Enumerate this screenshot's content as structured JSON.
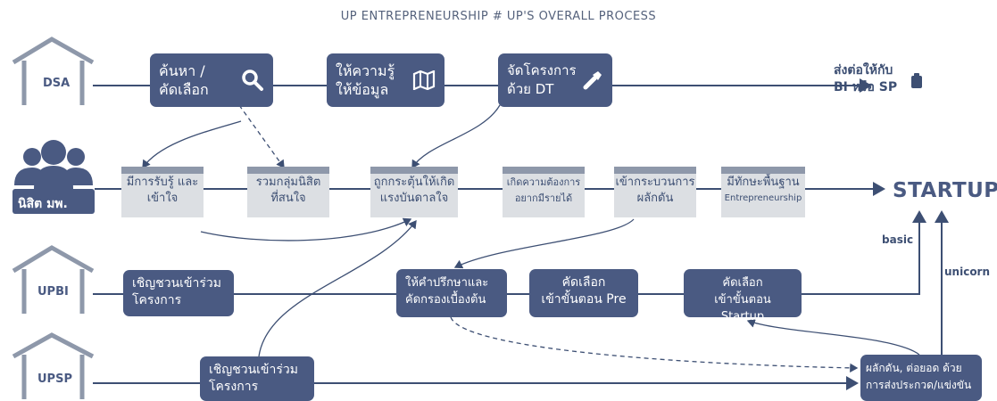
{
  "title": "UP ENTREPRENEURSHIP # UP'S OVERALL PROCESS",
  "actors": {
    "dsa": "DSA",
    "students": "นิสิต มพ.",
    "upbi": "UPBI",
    "upsp": "UPSP"
  },
  "dsa_row": {
    "search": [
      "ค้นหา /",
      "คัดเลือก"
    ],
    "inform": [
      "ให้ความรู้",
      "ให้ข้อมูล"
    ],
    "project": [
      "จัดโครงการ",
      "ด้วย DT"
    ],
    "handover": [
      "ส่งต่อให้กับ",
      "BI หรือ SP"
    ]
  },
  "student_row": {
    "awareness": [
      "มีการรับรู้ และ",
      "เข้าใจ"
    ],
    "interest": [
      "รวมกลุ่มนิสิต",
      "ที่สนใจ"
    ],
    "motivated": [
      "ถูกกระตุ้นให้เกิด",
      "แรงบันดาลใจ"
    ],
    "income": [
      "เกิดความต้องการ",
      "อยากมีรายได้"
    ],
    "process": [
      "เข้ากระบวนการ",
      "ผลักดัน"
    ],
    "skills": [
      "มีทักษะพื้นฐาน",
      "Entrepreneurship"
    ]
  },
  "startup": "STARTUP",
  "upbi_row": {
    "invite": [
      "เชิญชวนเข้าร่วม",
      "โครงการ"
    ],
    "consult": [
      "ให้คำปรึกษาและ",
      "คัดกรองเบื้องต้น"
    ],
    "pre": [
      "คัดเลือก",
      "เข้าขั้นตอน Pre"
    ],
    "startup_stage": [
      "คัดเลือก",
      "เข้าขั้นตอน Startup"
    ]
  },
  "upsp_row": {
    "invite": [
      "เชิญชวนเข้าร่วม",
      "โครงการ"
    ],
    "push": [
      "ผลักดัน, ต่อยอด ด้วย",
      "การส่งประกวด/แข่งขัน"
    ]
  },
  "labels": {
    "basic": "basic",
    "unicorn": "unicorn"
  },
  "icons": [
    "search-icon",
    "map-icon",
    "flashlight-icon",
    "clipboard-icon",
    "house-icon",
    "people-icon"
  ],
  "colors": {
    "box": "#4a5a82",
    "gray_box": "#dcdfe3",
    "gray_bar": "#8e98aa",
    "line": "#3d4f73"
  }
}
